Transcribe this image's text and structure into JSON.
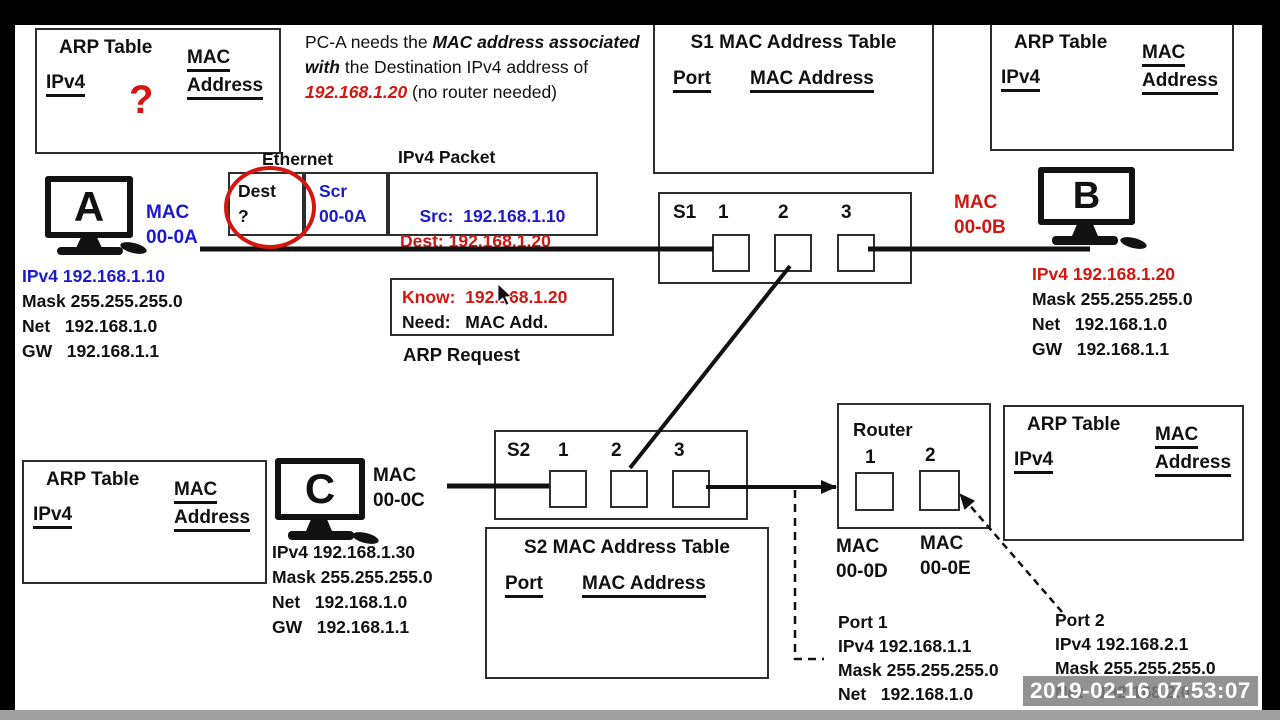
{
  "narrative": {
    "t1": "PC-A needs the ",
    "t2": "MAC address associated with",
    "t3": " the Destination IPv4 address of ",
    "t4": "192.168.1.20",
    "t5": " (no router needed)"
  },
  "arp_tables": {
    "a": {
      "title": "ARP Table",
      "ip_header": "IPv4",
      "mac_header_1": "MAC",
      "mac_header_2": "Address",
      "unknown_mark": "?"
    },
    "b": {
      "title": "ARP Table",
      "ip_header": "IPv4",
      "mac_header_1": "MAC",
      "mac_header_2": "Address"
    },
    "c": {
      "title": "ARP Table",
      "ip_header": "IPv4",
      "mac_header_1": "MAC",
      "mac_header_2": "Address"
    },
    "router": {
      "title": "ARP Table",
      "ip_header": "IPv4",
      "mac_header_1": "MAC",
      "mac_header_2": "Address"
    }
  },
  "mac_tables": {
    "s1": {
      "title": "S1 MAC Address Table",
      "port_header": "Port",
      "mac_header": "MAC Address"
    },
    "s2": {
      "title": "S2 MAC Address Table",
      "port_header": "Port",
      "mac_header": "MAC Address"
    }
  },
  "frame": {
    "ethernet_label": "Ethernet",
    "ipv4_packet_label": "IPv4 Packet",
    "dest_line1": "Dest",
    "dest_line2": "?",
    "src_line1": "Scr",
    "src_line2": "00-0A",
    "ip_src": "Src:  192.168.1.10",
    "ip_dest": "Dest: 192.168.1.20"
  },
  "arp_request": {
    "know": "Know:  192.168.1.20",
    "need": "Need:   MAC Add.",
    "caption": "ARP Request"
  },
  "hosts": {
    "a": {
      "letter": "A",
      "mac_1": "MAC",
      "mac_2": "00-0A",
      "ipv4": "IPv4 192.168.1.10",
      "mask": "Mask 255.255.255.0",
      "net": "Net   192.168.1.0",
      "gw": "GW   192.168.1.1"
    },
    "b": {
      "letter": "B",
      "mac_1": "MAC",
      "mac_2": "00-0B",
      "ipv4": "IPv4 192.168.1.20",
      "mask": "Mask 255.255.255.0",
      "net": "Net   192.168.1.0",
      "gw": "GW   192.168.1.1"
    },
    "c": {
      "letter": "C",
      "mac_1": "MAC",
      "mac_2": "00-0C",
      "ipv4": "IPv4 192.168.1.30",
      "mask": "Mask 255.255.255.0",
      "net": "Net   192.168.1.0",
      "gw": "GW   192.168.1.1"
    }
  },
  "switches": {
    "s1": {
      "label": "S1",
      "port1": "1",
      "port2": "2",
      "port3": "3"
    },
    "s2": {
      "label": "S2",
      "port1": "1",
      "port2": "2",
      "port3": "3"
    }
  },
  "router": {
    "title": "Router",
    "port1": "1",
    "port2": "2",
    "mac1_1": "MAC",
    "mac1_2": "00-0D",
    "mac2_1": "MAC",
    "mac2_2": "00-0E",
    "port1_details": {
      "title": "Port 1",
      "ipv4": "IPv4 192.168.1.1",
      "mask": "Mask 255.255.255.0",
      "net": "Net   192.168.1.0"
    },
    "port2_details": {
      "title": "Port 2",
      "ipv4": "IPv4 192.168.2.1",
      "mask": "Mask 255.255.255.0",
      "net": "Net   192.168.2.0"
    }
  },
  "timestamp": "2019-02-16 07:53:07",
  "colors": {
    "blue": "#1a1ace",
    "red": "#d41510",
    "ink": "#111111",
    "timestamp_bg": "#828282",
    "timestamp_text": "#ffffff"
  }
}
